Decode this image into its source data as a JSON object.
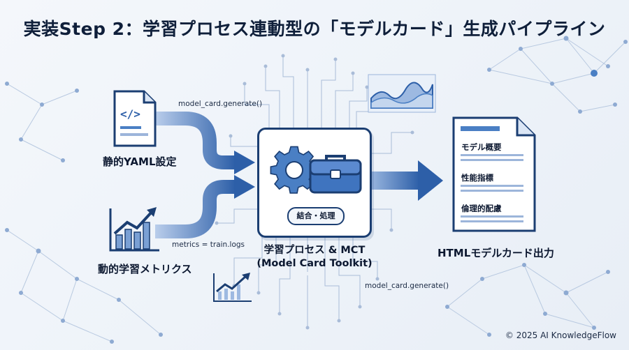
{
  "title": "実装Step 2：学習プロセス連動型の「モデルカード」生成パイプライン",
  "inputs": {
    "static": {
      "label": "静的YAML設定",
      "icon": "code-file-icon"
    },
    "dynamic": {
      "label": "動的学習メトリクス",
      "icon": "bar-chart-growth-icon"
    }
  },
  "edges": {
    "top_code": "model_card.generate()",
    "metrics_code": "metrics = train.logs",
    "bottom_code": "model_card.generate()"
  },
  "process": {
    "pill": "結合・処理",
    "label_line1": "学習プロセス & MCT",
    "label_line2": "(Model Card Toolkit)",
    "icons": [
      "gears-icon",
      "briefcase-icon"
    ]
  },
  "output": {
    "items": [
      "モデル概要",
      "性能指標",
      "倫理的配慮"
    ],
    "label": "HTMLモデルカード出力",
    "icon": "document-icon"
  },
  "decorations": [
    "area-chart-icon",
    "line-chart-icon"
  ],
  "footer": "© 2025 AI KnowledgeFlow",
  "colors": {
    "primary": "#1b3e72",
    "accent": "#4a7fc4",
    "light": "#aac2e6"
  }
}
